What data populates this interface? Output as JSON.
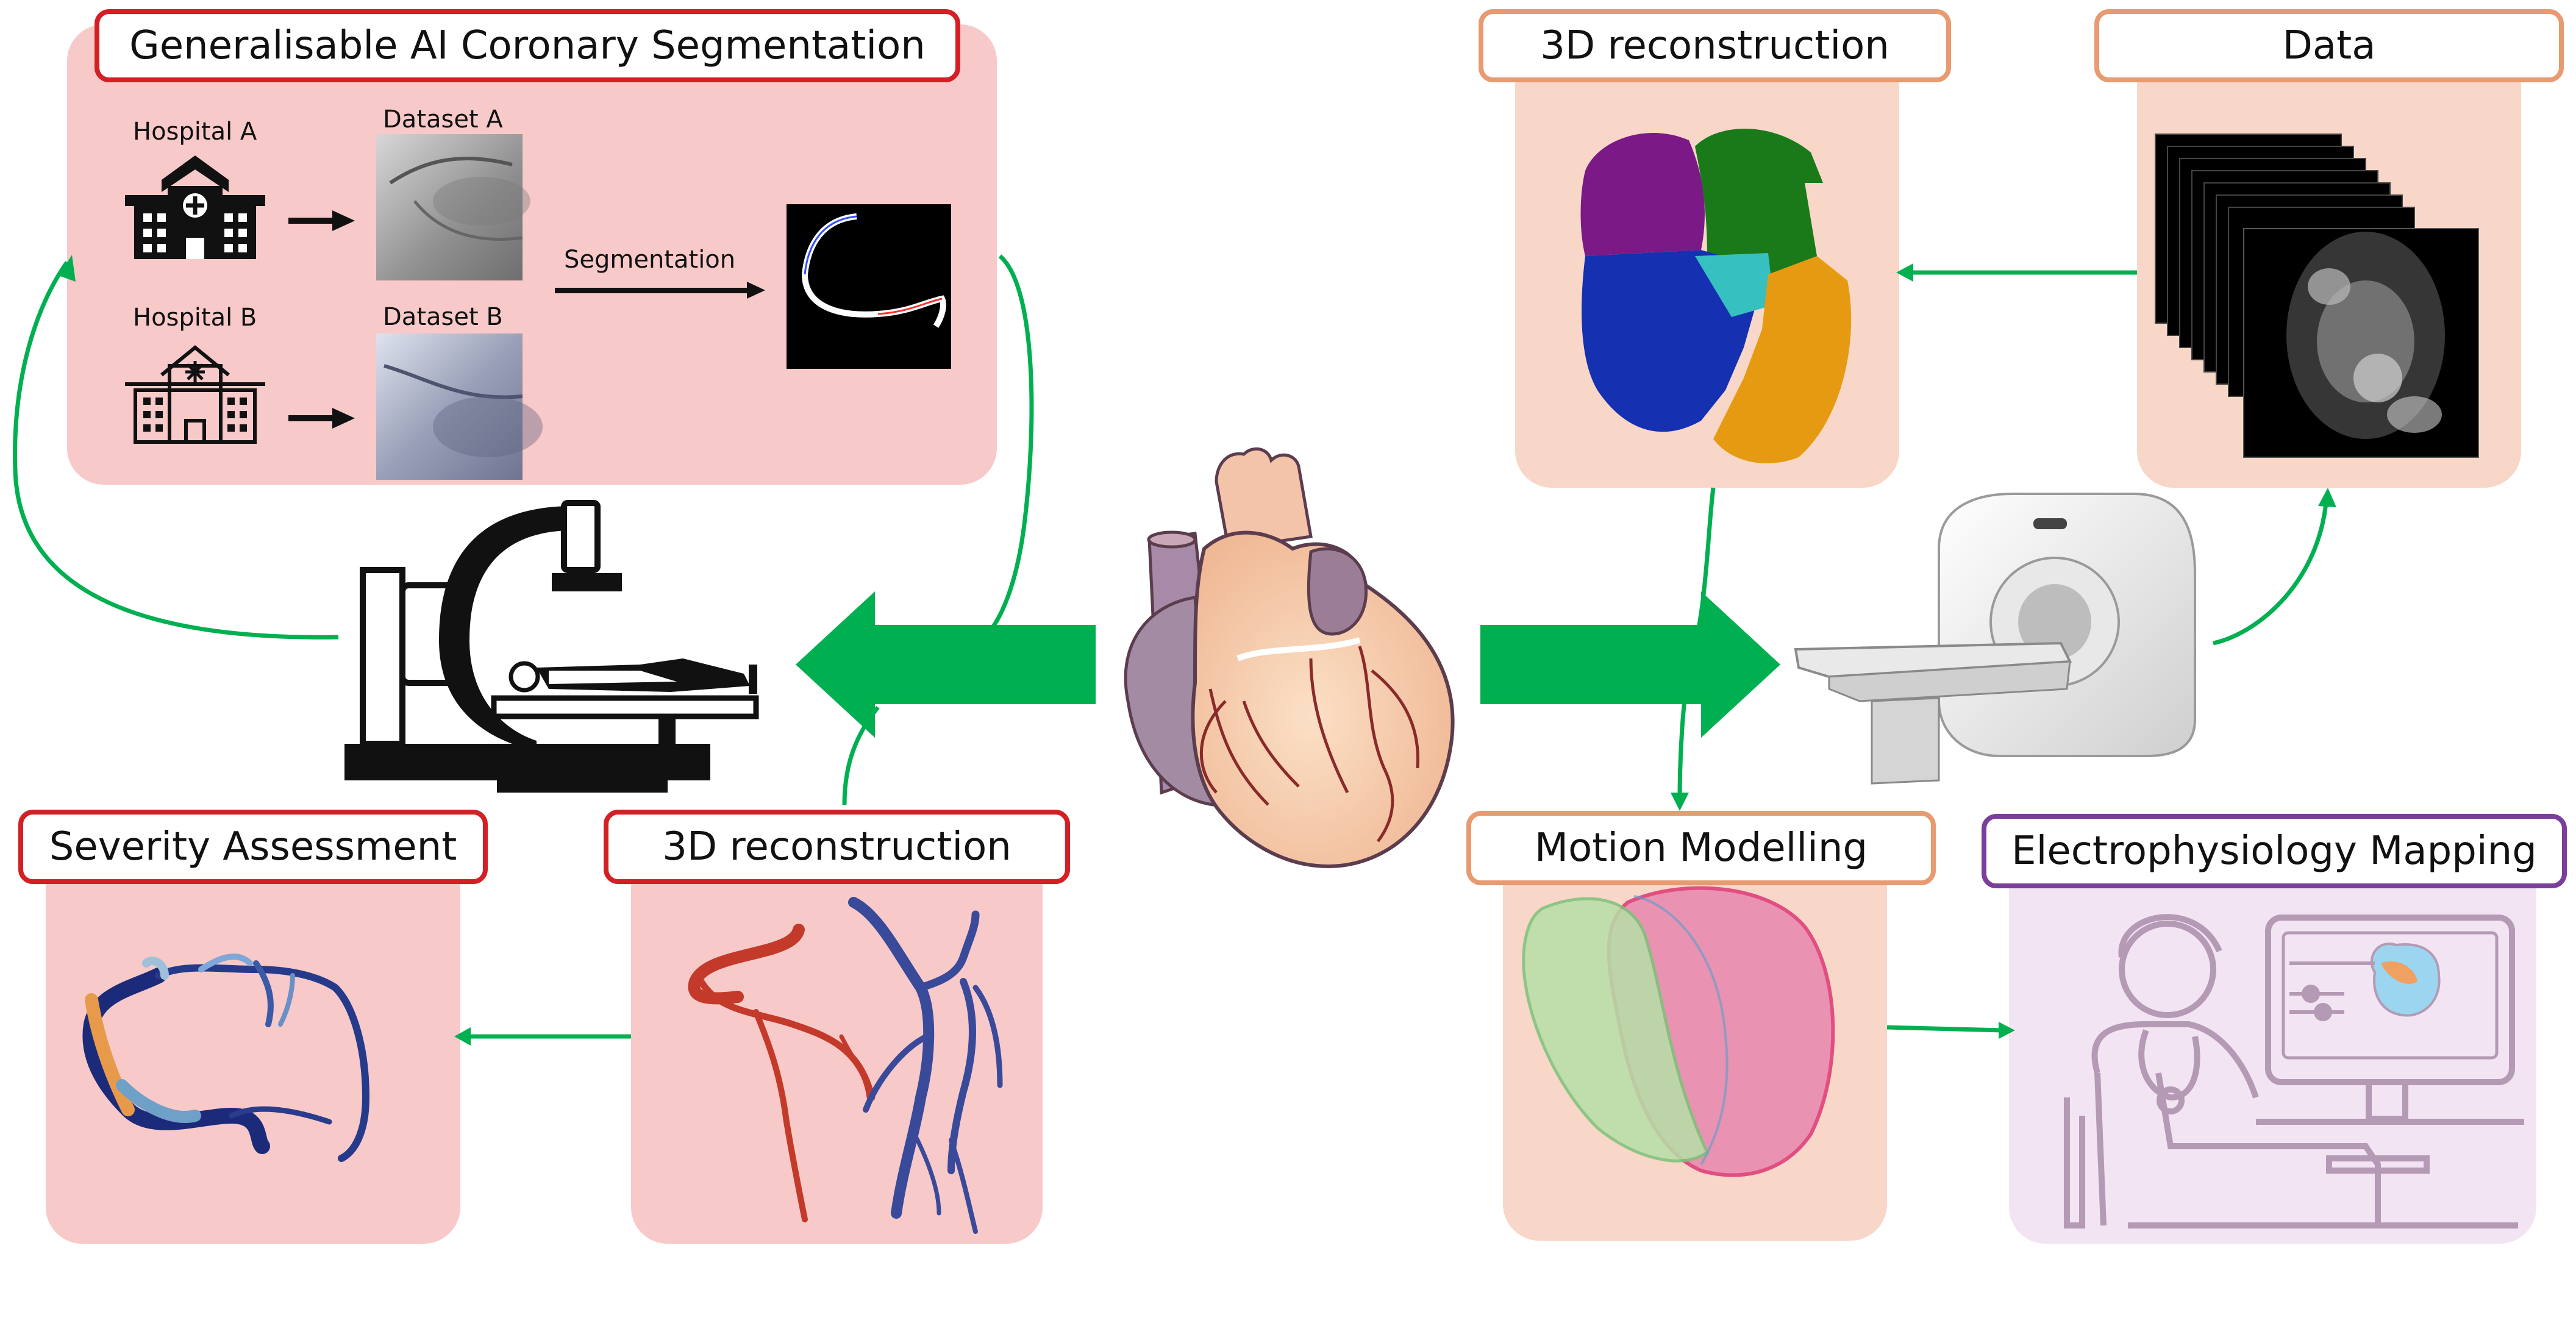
{
  "colors": {
    "pink_panel": "#f8c9c9",
    "peach_panel": "#f8d7c8",
    "lilac_panel": "#f3e4f3",
    "red_border": "#d42025",
    "orange_border": "#e89a70",
    "purple_border": "#7a3f9a",
    "flow_green": "#00b050"
  },
  "left": {
    "segmentation": {
      "title": "Generalisable AI Coronary Segmentation",
      "hospital_a": "Hospital A",
      "hospital_b": "Hospital B",
      "dataset_a": "Dataset A",
      "dataset_b": "Dataset B",
      "segmentation_label": "Segmentation"
    },
    "reconstruction": {
      "title": "3D reconstruction"
    },
    "severity": {
      "title": "Severity Assessment"
    }
  },
  "right": {
    "reconstruction": {
      "title": "3D reconstruction"
    },
    "data": {
      "title": "Data"
    },
    "motion": {
      "title": "Motion Modelling"
    },
    "electro": {
      "title": "Electrophysiology Mapping"
    }
  },
  "icons": [
    "hospital-icon",
    "angiography-c-arm-icon",
    "heart-icon",
    "mri-scanner-icon",
    "doctor-workstation-icon"
  ]
}
